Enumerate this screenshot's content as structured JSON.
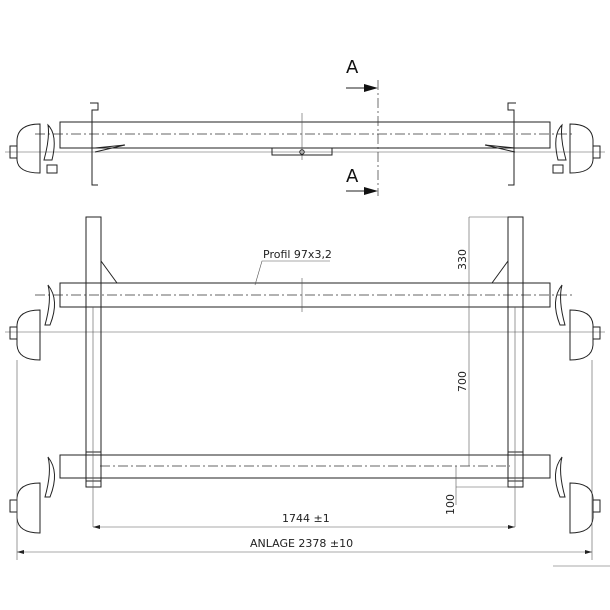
{
  "section_marker": {
    "top": "A",
    "bottom": "A"
  },
  "labels": {
    "profile": "Profil 97x3,2"
  },
  "dimensions": {
    "upper_offset": "330",
    "axle_spacing": "700",
    "lower_offset": "100",
    "frame_width": "1744 ±1",
    "overall_width": "ANLAGE 2378 ±10"
  }
}
